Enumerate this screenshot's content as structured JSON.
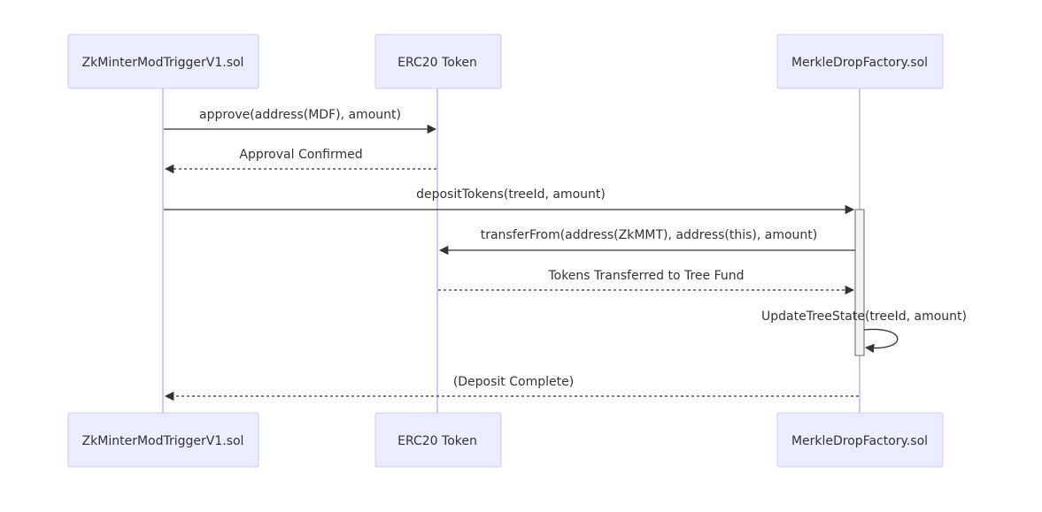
{
  "participants": [
    {
      "id": "zkmmt",
      "label": "ZkMinterModTriggerV1.sol"
    },
    {
      "id": "erc20",
      "label": "ERC20 Token"
    },
    {
      "id": "mdf",
      "label": "MerkleDropFactory.sol"
    }
  ],
  "messages": [
    {
      "from": "zkmmt",
      "to": "erc20",
      "label": "approve(address(MDF), amount)",
      "style": "solid"
    },
    {
      "from": "erc20",
      "to": "zkmmt",
      "label": "Approval Confirmed",
      "style": "dashed"
    },
    {
      "from": "zkmmt",
      "to": "mdf",
      "label": "depositTokens(treeId, amount)",
      "style": "solid"
    },
    {
      "from": "mdf",
      "to": "erc20",
      "label": "transferFrom(address(ZkMMT), address(this), amount)",
      "style": "solid"
    },
    {
      "from": "erc20",
      "to": "mdf",
      "label": "Tokens Transferred to Tree Fund",
      "style": "dashed"
    },
    {
      "from": "mdf",
      "to": "mdf",
      "label": "UpdateTreeState(treeId, amount)",
      "style": "solid"
    },
    {
      "from": "mdf",
      "to": "zkmmt",
      "label": "(Deposit Complete)",
      "style": "dashed"
    }
  ],
  "colors": {
    "actor_fill": "#ececff",
    "actor_border": "#ccccf0",
    "lifeline": "#ccccf0",
    "line": "#333333",
    "activation_fill": "#f4f4f4"
  }
}
